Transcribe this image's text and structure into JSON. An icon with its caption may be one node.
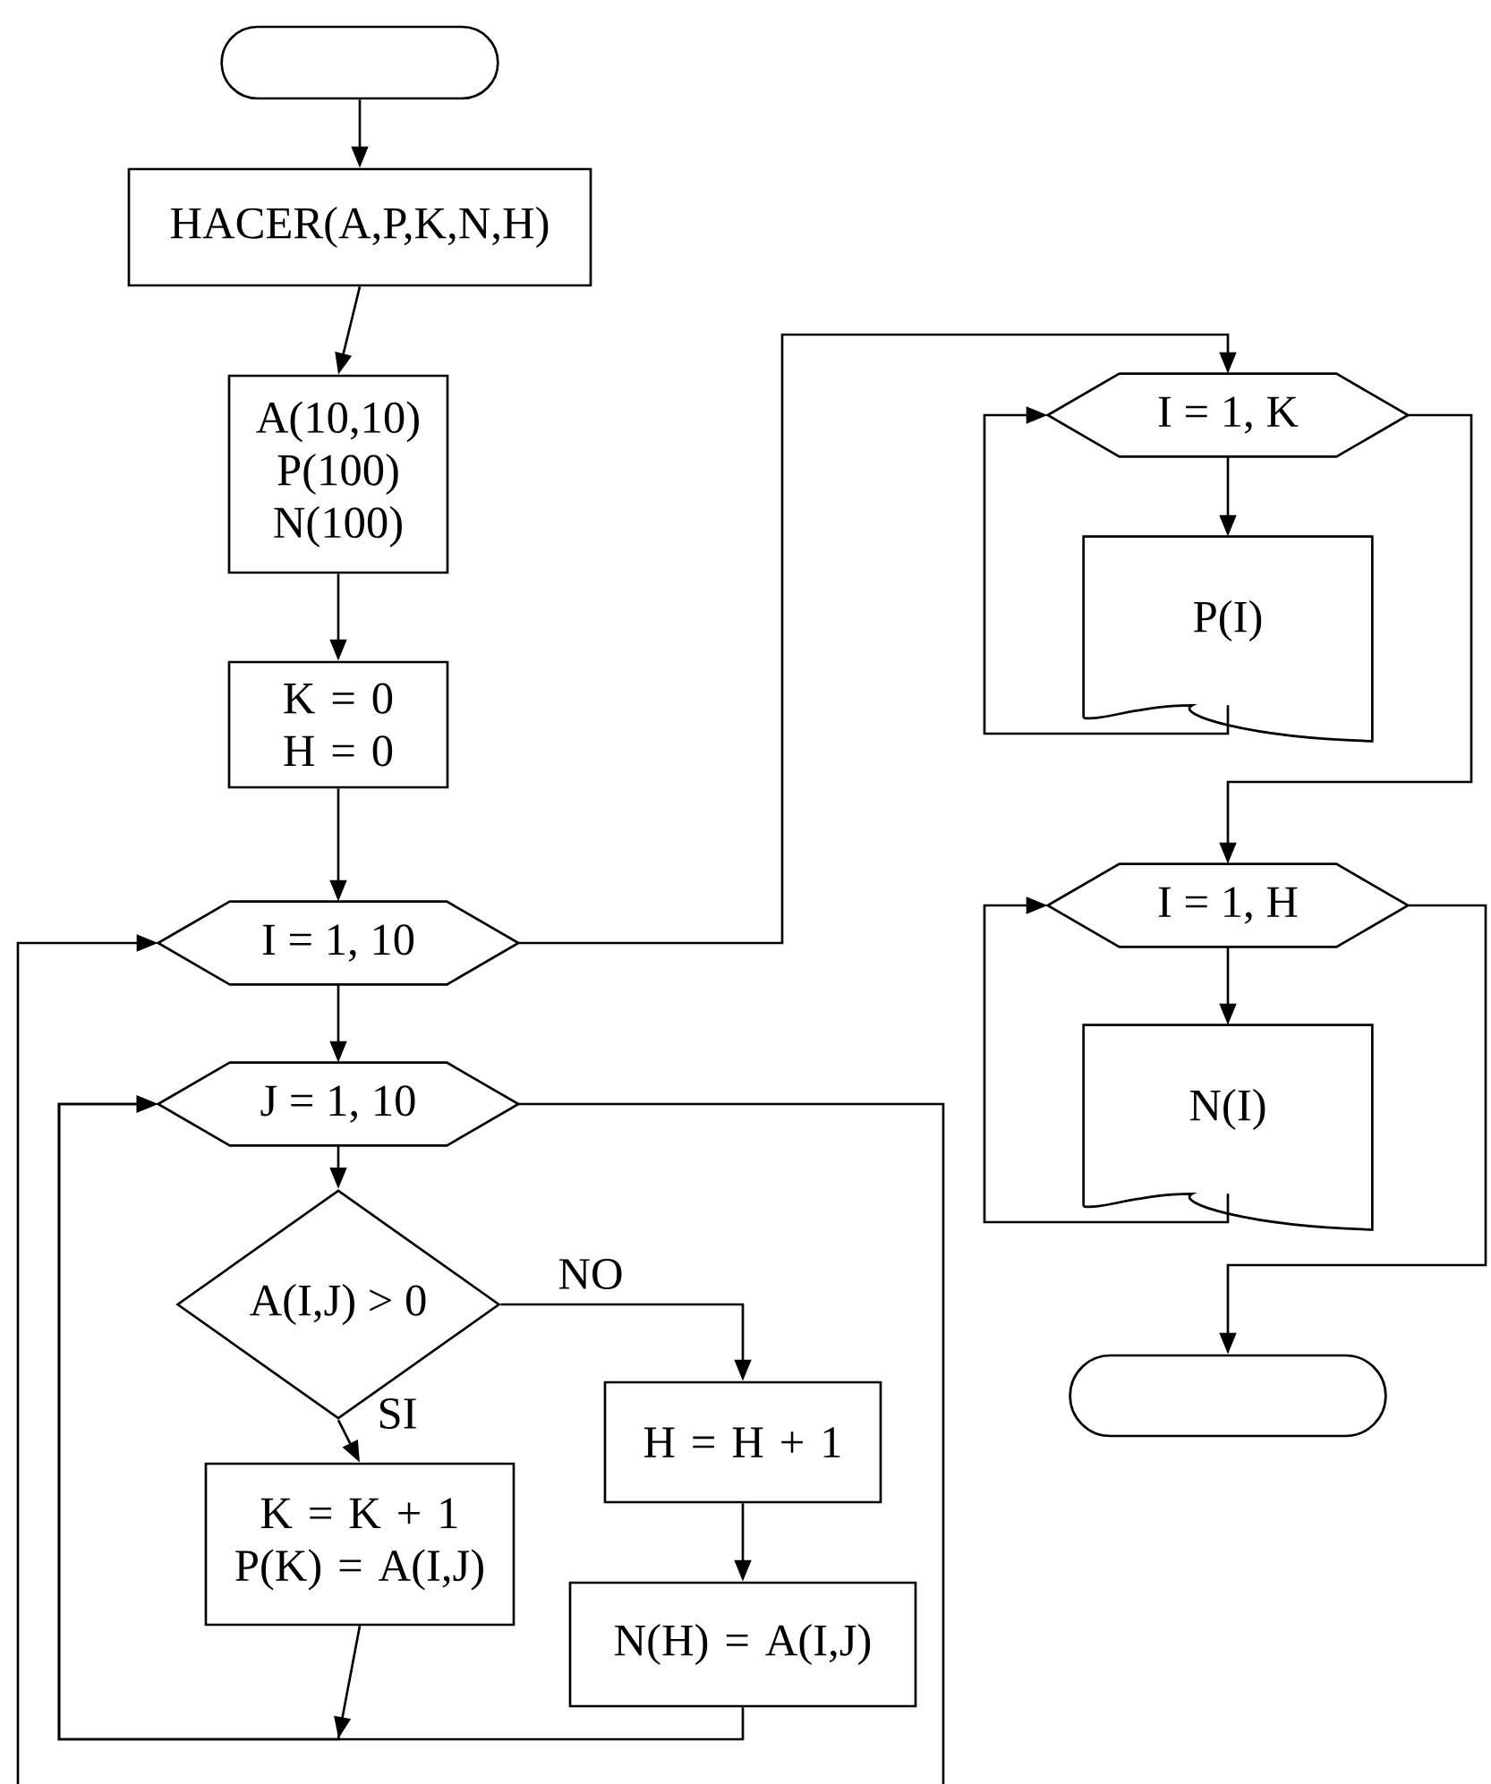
{
  "diagram": {
    "nodes": [
      {
        "text": [],
        "shape": "oval"
      },
      {
        "text": [
          "HACER(A,P,K,N,H)"
        ]
      },
      {
        "text": [
          "A(10,10) P(100) N(100)"
        ]
      },
      {
        "text": [
          "K = 0 H = 0"
        ]
      },
      {
        "text": [
          "I = 1, 10"
        ]
      },
      {
        "text": [
          "J = 1, 10"
        ]
      },
      {
        "text": [
          "A(I,J) > 0"
        ]
      },
      {
        "text": [
          "K = K + 1 P(K) = A(I,J)"
        ]
      },
      {
        "text": [
          "H = H + 1"
        ]
      },
      {
        "text": [
          "N(H) = A(I,J)"
        ]
      },
      {
        "text": [
          "I = 1, K"
        ]
      },
      {
        "text": [
          "P(I)"
        ]
      },
      {
        "text": [
          "I = 1, H"
        ]
      },
      {
        "text": [
          "N(I)"
        ]
      },
      {
        "text": [],
        "shape": "oval"
      }
    ],
    "edges": [
      {
        "from": 0,
        "to": 1,
        "arrow": "to"
      },
      {
        "from": 1,
        "to": 2,
        "arrow": "to"
      },
      {
        "from": 2,
        "to": 3,
        "arrow": "to"
      },
      {
        "from": 3,
        "to": 4,
        "arrow": "to"
      },
      {
        "from": 4,
        "to": 5,
        "arrow": "to"
      },
      {
        "from": 5,
        "to": 6,
        "arrow": "to"
      },
      {
        "from": 6,
        "to": 7,
        "arrow": "to",
        "label": "SI"
      },
      {
        "from": 6,
        "to": 8,
        "arrow": "to",
        "label": "NO"
      },
      {
        "from": 8,
        "to": 9,
        "arrow": "to"
      },
      {
        "from": 7,
        "to": 5,
        "arrow": "to"
      },
      {
        "from": 9,
        "to": 5,
        "arrow": "to"
      },
      {
        "from": 5,
        "to": null,
        "arrow": "none"
      },
      {
        "from": null,
        "to": 4,
        "arrow": "to"
      },
      {
        "from": 4,
        "to": 10,
        "arrow": "to"
      },
      {
        "from": 10,
        "to": 11,
        "arrow": "to"
      },
      {
        "from": 11,
        "to": 10,
        "arrow": "to"
      },
      {
        "from": 10,
        "to": 12,
        "arrow": "to"
      },
      {
        "from": 12,
        "to": 13,
        "arrow": "to"
      },
      {
        "from": 13,
        "to": 12,
        "arrow": "to"
      },
      {
        "from": 12,
        "to": 14,
        "arrow": "to"
      }
    ]
  }
}
